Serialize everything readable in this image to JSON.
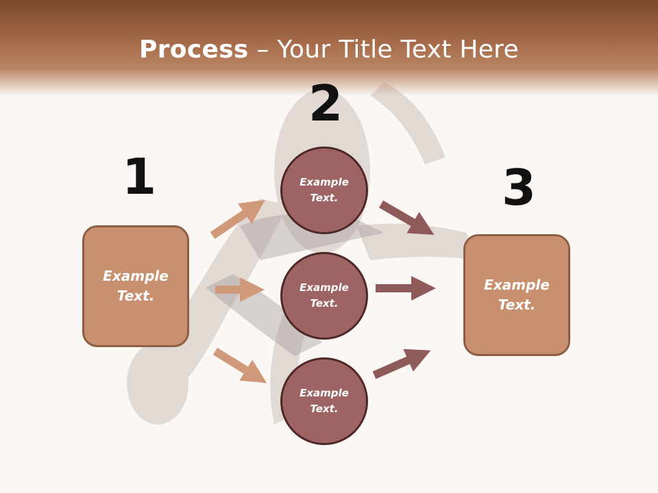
{
  "title": {
    "bold": "Process",
    "rest": " – Your Title Text Here"
  },
  "steps": [
    {
      "number": "1",
      "label_line1": "Example",
      "label_line2": "Text."
    },
    {
      "number": "2"
    },
    {
      "number": "3",
      "label_line1": "Example",
      "label_line2": "Text."
    }
  ],
  "circles": [
    {
      "line1": "Example",
      "line2": "Text."
    },
    {
      "line1": "Example",
      "line2": "Text."
    },
    {
      "line1": "Example",
      "line2": "Text."
    }
  ],
  "colors": {
    "header": "#a56a48",
    "box_fill": "#c8906f",
    "box_border": "#8c5e45",
    "circle_fill": "#9e6464",
    "circle_border": "#4e2727",
    "arrow_left": "#d09a7a",
    "arrow_right": "#8f5a5a"
  }
}
